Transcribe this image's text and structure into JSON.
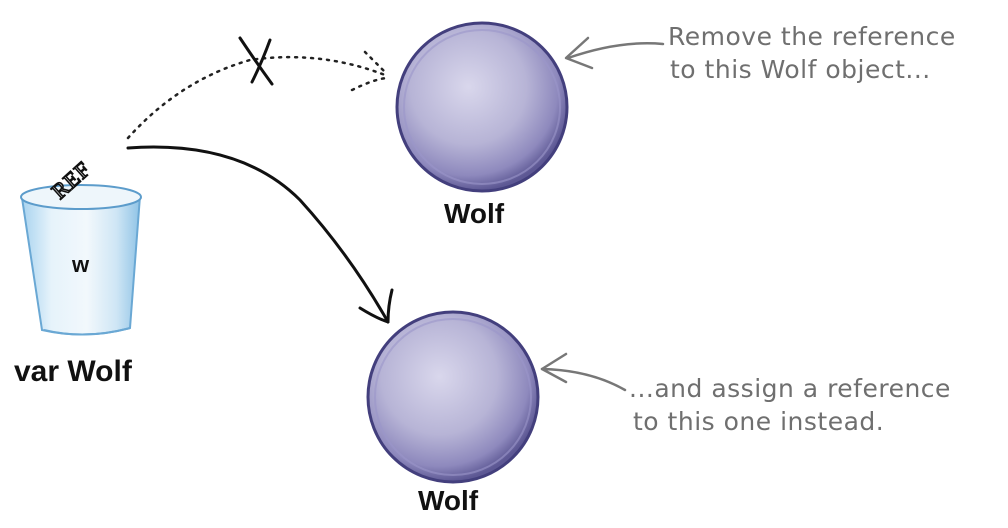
{
  "variable": {
    "cup_letter": "w",
    "caption": "var Wolf",
    "ref_tag": "REF"
  },
  "objects": [
    {
      "caption": "Wolf"
    },
    {
      "caption": "Wolf"
    }
  ],
  "annotations": {
    "top_line1": "Remove the reference",
    "top_line2": "to this Wolf object...",
    "bottom_line1": "...and assign a reference",
    "bottom_line2": "to this one instead."
  },
  "colors": {
    "object_fill": "#b9b6d8",
    "object_rim": "#4e4a86",
    "cup_liquid": "#9dcbea",
    "annotation_text": "#6f6f6f"
  }
}
